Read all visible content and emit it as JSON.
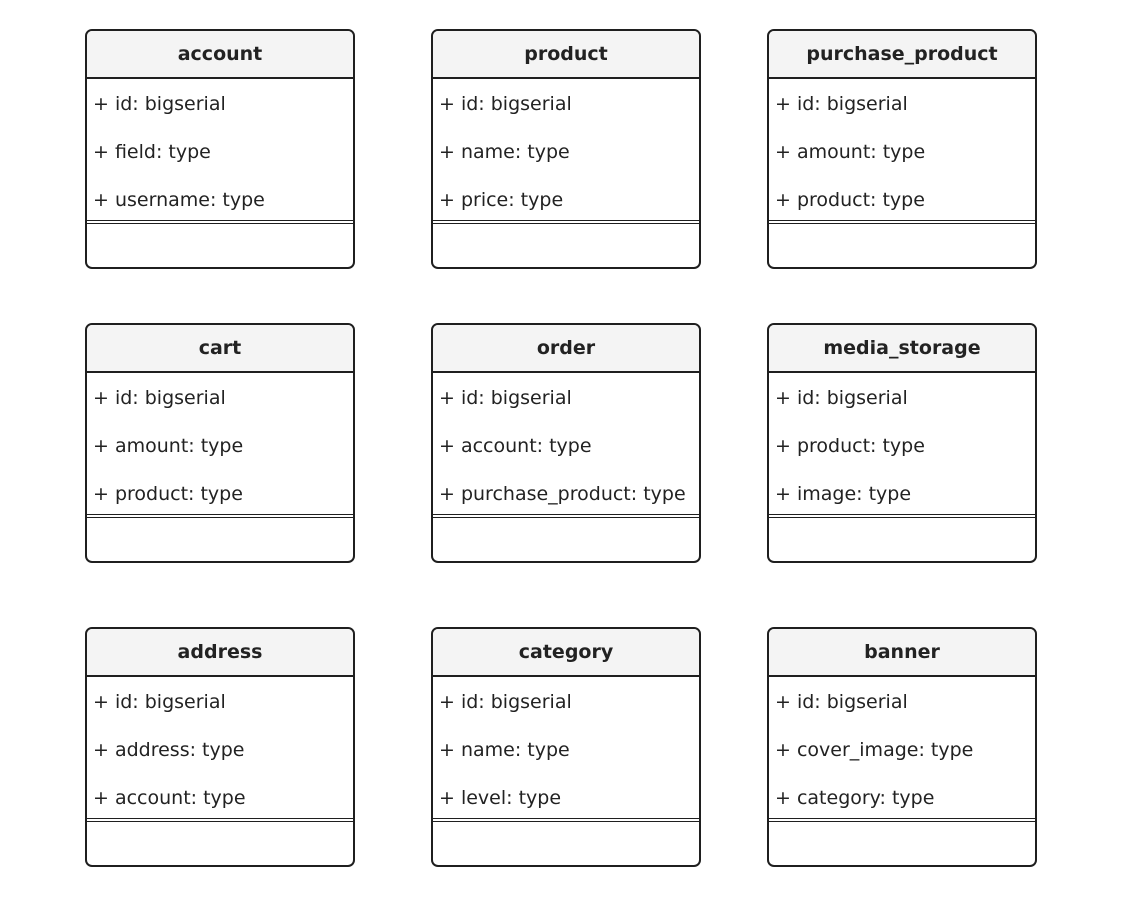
{
  "diagram": {
    "classes": [
      {
        "name": "account",
        "attributes": [
          "+ id: bigserial",
          "+ field: type",
          "+ username: type"
        ]
      },
      {
        "name": "product",
        "attributes": [
          "+ id: bigserial",
          "+ name: type",
          "+ price: type"
        ]
      },
      {
        "name": "purchase_product",
        "attributes": [
          "+ id: bigserial",
          "+ amount: type",
          "+ product: type"
        ]
      },
      {
        "name": "cart",
        "attributes": [
          "+ id: bigserial",
          "+ amount: type",
          "+ product: type"
        ]
      },
      {
        "name": "order",
        "attributes": [
          "+ id: bigserial",
          "+ account: type",
          "+ purchase_product: type"
        ]
      },
      {
        "name": "media_storage",
        "attributes": [
          "+ id: bigserial",
          "+ product: type",
          "+ image: type"
        ]
      },
      {
        "name": "address",
        "attributes": [
          "+ id: bigserial",
          "+ address: type",
          "+ account: type"
        ]
      },
      {
        "name": "category",
        "attributes": [
          "+ id: bigserial",
          "+ name: type",
          "+ level: type"
        ]
      },
      {
        "name": "banner",
        "attributes": [
          "+ id: bigserial",
          "+ cover_image: type",
          "+ category: type"
        ]
      }
    ]
  }
}
